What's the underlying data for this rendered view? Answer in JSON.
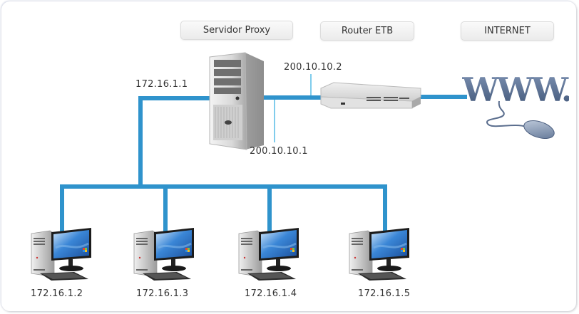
{
  "diagram": {
    "type": "network-topology",
    "colors": {
      "link": "#2f93cc",
      "thin_link": "#55bbe6",
      "label_text": "#333333"
    },
    "header_labels": [
      {
        "id": "proxy",
        "label": "Servidor Proxy"
      },
      {
        "id": "router",
        "label": "Router ETB"
      },
      {
        "id": "internet",
        "label": "INTERNET"
      }
    ],
    "nodes": [
      {
        "id": "proxy-server",
        "icon": "server-tower-icon",
        "ip_lan": "172.16.1.1",
        "ip_wan": "200.10.10.1"
      },
      {
        "id": "router-etb",
        "icon": "network-switch-icon",
        "ip": "200.10.10.2"
      },
      {
        "id": "internet",
        "icon": "www-mouse-icon",
        "text": "WWW."
      }
    ],
    "clients": [
      {
        "id": "pc1",
        "icon": "desktop-computer-icon",
        "ip": "172.16.1.2"
      },
      {
        "id": "pc2",
        "icon": "desktop-computer-icon",
        "ip": "172.16.1.3"
      },
      {
        "id": "pc3",
        "icon": "desktop-computer-icon",
        "ip": "172.16.1.4"
      },
      {
        "id": "pc4",
        "icon": "desktop-computer-icon",
        "ip": "172.16.1.5"
      }
    ],
    "links": [
      {
        "from": "proxy-server",
        "to": "router-etb"
      },
      {
        "from": "router-etb",
        "to": "internet"
      },
      {
        "from": "proxy-server",
        "to": "pc1"
      },
      {
        "from": "proxy-server",
        "to": "pc2"
      },
      {
        "from": "proxy-server",
        "to": "pc3"
      },
      {
        "from": "proxy-server",
        "to": "pc4"
      }
    ]
  }
}
